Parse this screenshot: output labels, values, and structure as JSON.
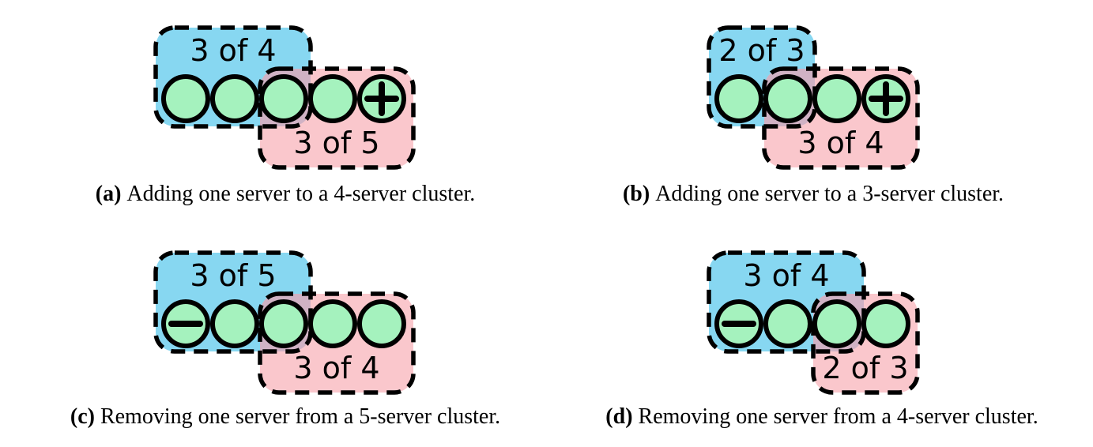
{
  "figure": {
    "description": "Quorum overlap when adding or removing one server from a cluster",
    "colors": {
      "old_quorum_fill": "#87D7F1",
      "new_quorum_fill": "#FAC7CC",
      "overlap_fill": "#D0B2C4",
      "server_fill": "#A5F2BE",
      "outline": "#000000",
      "background": "#FFFFFF"
    },
    "panels": [
      {
        "key": "a",
        "old_quorum_label": "3 of 4",
        "new_quorum_label": "3 of 5",
        "servers": 5,
        "old_quorum_covers": [
          0,
          2
        ],
        "new_quorum_covers": [
          2,
          4
        ],
        "special_server": {
          "index": 4,
          "sign": "+",
          "meaning": "added server"
        },
        "caption_tag": "(a)",
        "caption_text": "Adding one server to a 4-server cluster."
      },
      {
        "key": "b",
        "old_quorum_label": "2 of 3",
        "new_quorum_label": "3 of 4",
        "servers": 4,
        "old_quorum_covers": [
          0,
          1
        ],
        "new_quorum_covers": [
          1,
          3
        ],
        "special_server": {
          "index": 3,
          "sign": "+",
          "meaning": "added server"
        },
        "caption_tag": "(b)",
        "caption_text": "Adding one server to a 3-server cluster."
      },
      {
        "key": "c",
        "old_quorum_label": "3 of 5",
        "new_quorum_label": "3 of 4",
        "servers": 5,
        "old_quorum_covers": [
          0,
          2
        ],
        "new_quorum_covers": [
          2,
          4
        ],
        "special_server": {
          "index": 0,
          "sign": "−",
          "meaning": "removed server"
        },
        "caption_tag": "(c)",
        "caption_text": "Removing one server from a 5-server cluster."
      },
      {
        "key": "d",
        "old_quorum_label": "3 of 4",
        "new_quorum_label": "2 of 3",
        "servers": 4,
        "old_quorum_covers": [
          0,
          2
        ],
        "new_quorum_covers": [
          2,
          3
        ],
        "special_server": {
          "index": 0,
          "sign": "−",
          "meaning": "removed server"
        },
        "caption_tag": "(d)",
        "caption_text": "Removing one server from a 4-server cluster."
      }
    ]
  }
}
